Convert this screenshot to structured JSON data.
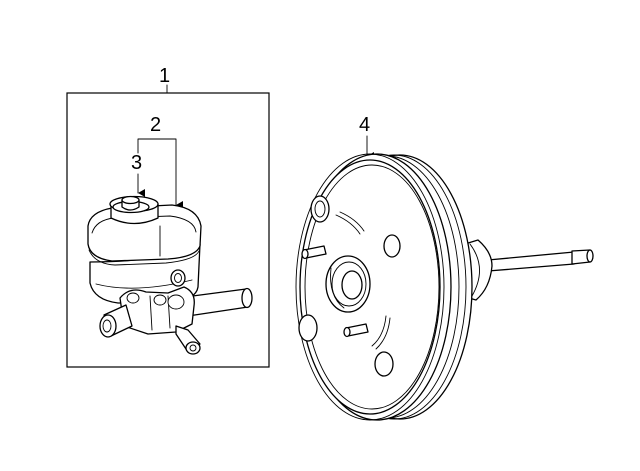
{
  "callouts": {
    "master_cylinder_assembly": "1",
    "reservoir": "2",
    "cap": "3",
    "brake_booster": "4"
  },
  "colors": {
    "line": "#000000",
    "background": "#ffffff"
  }
}
